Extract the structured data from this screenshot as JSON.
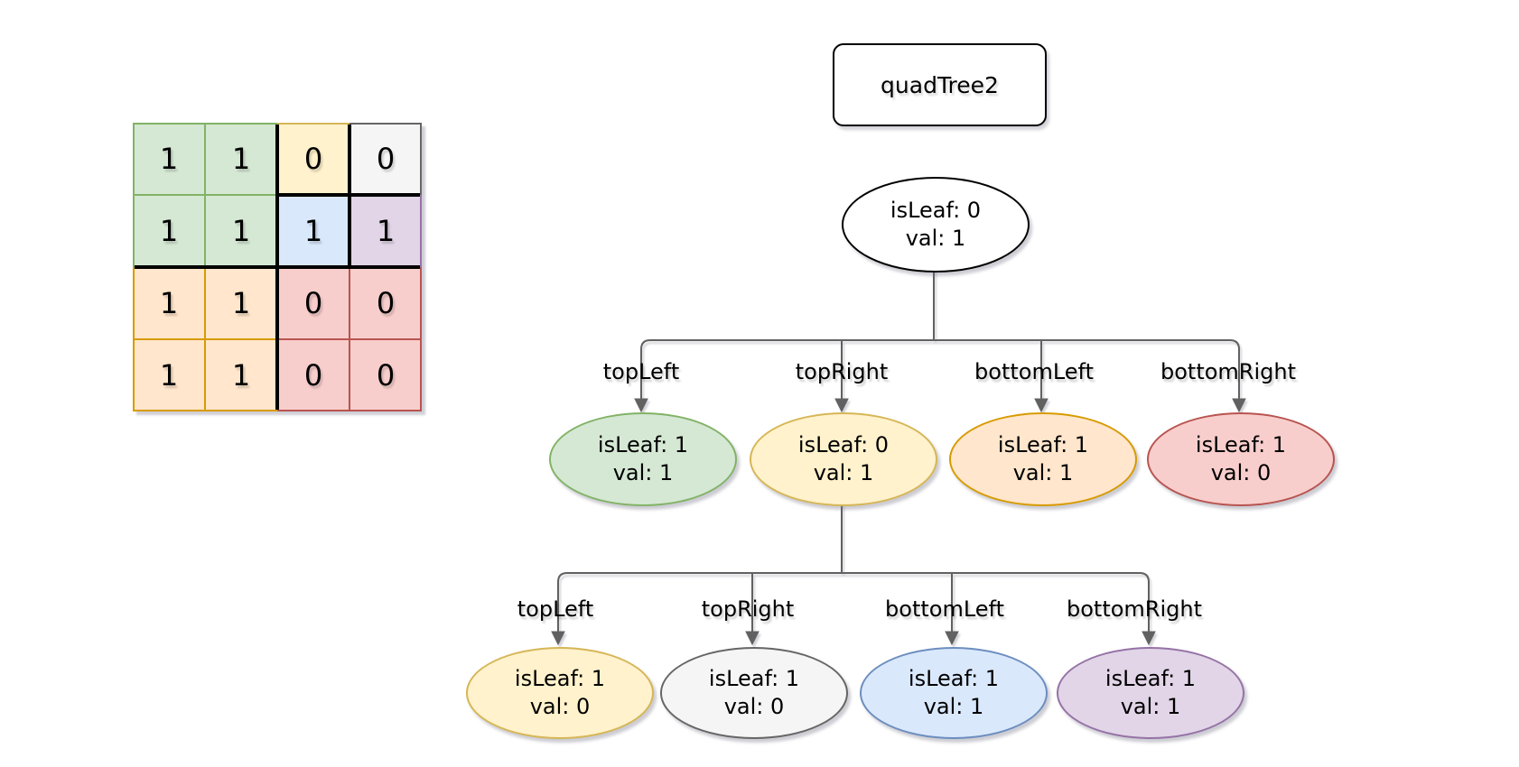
{
  "diagram_title": "quadTree2",
  "palette": {
    "green": {
      "fill": "#d5e8d4",
      "stroke": "#82b366"
    },
    "yellow": {
      "fill": "#fff2cc",
      "stroke": "#d6b656"
    },
    "orange": {
      "fill": "#ffe6cc",
      "stroke": "#d79b00"
    },
    "red": {
      "fill": "#f8cecc",
      "stroke": "#b85450"
    },
    "blue": {
      "fill": "#dae8fc",
      "stroke": "#6c8ebf"
    },
    "purple": {
      "fill": "#e1d5e7",
      "stroke": "#9673a6"
    },
    "gray": {
      "fill": "#f5f5f5",
      "stroke": "#666666"
    },
    "white": {
      "fill": "#ffffff",
      "stroke": "#000000"
    },
    "connector": "#616161"
  },
  "grid": {
    "rows": 4,
    "cols": 4,
    "cells": [
      {
        "value": "1",
        "color": "green"
      },
      {
        "value": "1",
        "color": "green"
      },
      {
        "value": "0",
        "color": "yellow"
      },
      {
        "value": "0",
        "color": "gray"
      },
      {
        "value": "1",
        "color": "green"
      },
      {
        "value": "1",
        "color": "green"
      },
      {
        "value": "1",
        "color": "blue"
      },
      {
        "value": "1",
        "color": "purple"
      },
      {
        "value": "1",
        "color": "orange"
      },
      {
        "value": "1",
        "color": "orange"
      },
      {
        "value": "0",
        "color": "red"
      },
      {
        "value": "0",
        "color": "red"
      },
      {
        "value": "1",
        "color": "orange"
      },
      {
        "value": "1",
        "color": "orange"
      },
      {
        "value": "0",
        "color": "red"
      },
      {
        "value": "0",
        "color": "red"
      }
    ]
  },
  "tree": {
    "root": {
      "line1": "isLeaf: 0",
      "line2": "val: 1",
      "color": "white"
    },
    "level1": [
      {
        "edge_label": "topLeft",
        "line1": "isLeaf: 1",
        "line2": "val: 1",
        "color": "green"
      },
      {
        "edge_label": "topRight",
        "line1": "isLeaf: 0",
        "line2": "val: 1",
        "color": "yellow"
      },
      {
        "edge_label": "bottomLeft",
        "line1": "isLeaf: 1",
        "line2": "val: 1",
        "color": "orange"
      },
      {
        "edge_label": "bottomRight",
        "line1": "isLeaf: 1",
        "line2": "val: 0",
        "color": "red"
      }
    ],
    "level2": [
      {
        "edge_label": "topLeft",
        "line1": "isLeaf: 1",
        "line2": "val: 0",
        "color": "yellow"
      },
      {
        "edge_label": "topRight",
        "line1": "isLeaf: 1",
        "line2": "val: 0",
        "color": "gray"
      },
      {
        "edge_label": "bottomLeft",
        "line1": "isLeaf: 1",
        "line2": "val: 1",
        "color": "blue"
      },
      {
        "edge_label": "bottomRight",
        "line1": "isLeaf: 1",
        "line2": "val: 1",
        "color": "purple"
      }
    ]
  }
}
